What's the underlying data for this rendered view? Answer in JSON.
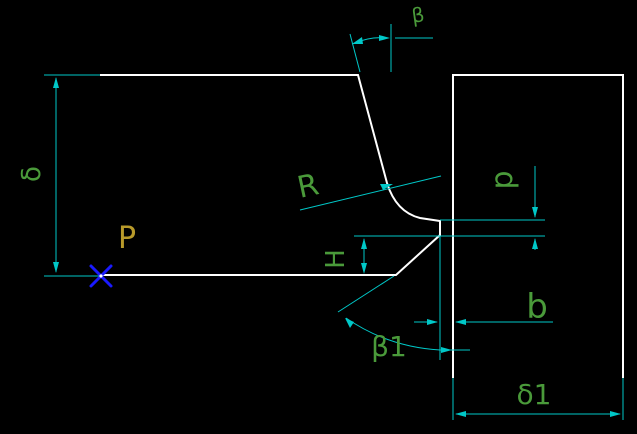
{
  "colors": {
    "background": "#000000",
    "outline": "#ffffff",
    "dimension": "#00c8c8",
    "label": "#4a9a3a",
    "point_label": "#b89a2a",
    "marker": "#1a1aff"
  },
  "labels": {
    "beta": "β",
    "delta": "δ",
    "R": "R",
    "p": "p",
    "P": "P",
    "H": "H",
    "b": "b",
    "beta1": "β1",
    "delta1": "δ1"
  },
  "icons": {
    "point_marker": "x-cross-marker-icon"
  }
}
